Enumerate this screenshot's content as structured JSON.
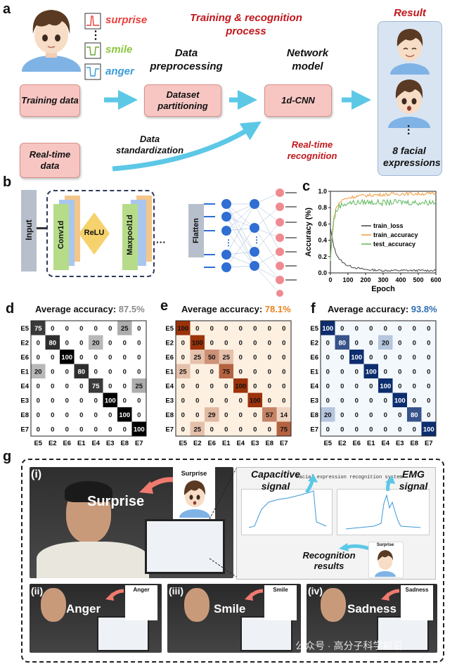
{
  "panels": {
    "a": "a",
    "b": "b",
    "c": "c",
    "d": "d",
    "e": "e",
    "f": "f",
    "g": "g"
  },
  "a": {
    "emotions": [
      "surprise",
      "smile",
      "anger"
    ],
    "ellipsis": "⋮",
    "title": "Training & recognition process",
    "preprocess": "Data preprocessing",
    "network": "Network model",
    "result": "Result",
    "training_data": "Training data",
    "dataset_partition": "Dataset partitioning",
    "cnn": "1d-CNN",
    "realtime_data": "Real-time data",
    "standardization": "Data standardization",
    "realtime_recog": "Real-time recognition",
    "facial": "8 facial expressions",
    "colors": {
      "surprise": "#e8413c",
      "smile": "#8dc63f",
      "anger": "#3a9ad9",
      "title": "#c0171c",
      "arrow": "#5cc8e6"
    }
  },
  "b": {
    "input": "Input",
    "conv": "Conv1d",
    "relu": "ReLU",
    "maxpool": "Maxpool1d",
    "flatten": "Flatten",
    "dots": "···"
  },
  "chart_data": [
    {
      "type": "line",
      "panel": "c",
      "xlabel": "Epoch",
      "ylabel": "Accuracy (%)",
      "xlim": [
        0,
        600
      ],
      "ylim": [
        0,
        1.0
      ],
      "xticks": [
        0,
        100,
        200,
        300,
        400,
        500,
        600
      ],
      "yticks": [
        0.0,
        0.2,
        0.4,
        0.6,
        0.8,
        1.0
      ],
      "ytick_labels": [
        "0.0",
        "0.2",
        "0.4",
        "0.6",
        "0.8",
        "1.0"
      ],
      "legend_position": "center-right",
      "series": [
        {
          "name": "train_loss",
          "color": "#444444",
          "x": [
            0,
            10,
            20,
            30,
            50,
            75,
            100,
            150,
            200,
            300,
            400,
            500,
            600
          ],
          "y": [
            0.55,
            0.42,
            0.32,
            0.25,
            0.17,
            0.12,
            0.09,
            0.06,
            0.04,
            0.03,
            0.03,
            0.03,
            0.03
          ]
        },
        {
          "name": "train_accuracy",
          "color": "#f29a3a",
          "x": [
            0,
            10,
            20,
            30,
            50,
            75,
            100,
            150,
            200,
            300,
            400,
            500,
            600
          ],
          "y": [
            0.18,
            0.5,
            0.68,
            0.78,
            0.86,
            0.9,
            0.92,
            0.94,
            0.95,
            0.96,
            0.97,
            0.97,
            0.97
          ]
        },
        {
          "name": "test_accuracy",
          "color": "#5cb85c",
          "x": [
            0,
            10,
            20,
            30,
            50,
            75,
            100,
            150,
            200,
            300,
            400,
            500,
            600
          ],
          "y": [
            0.15,
            0.48,
            0.65,
            0.74,
            0.82,
            0.84,
            0.86,
            0.86,
            0.87,
            0.86,
            0.87,
            0.86,
            0.87
          ]
        }
      ]
    },
    {
      "type": "heatmap",
      "panel": "d",
      "title_prefix": "Average accuracy: ",
      "title_value": "87.5%",
      "title_color": "#8a8a8a",
      "rows": [
        "E5",
        "E2",
        "E6",
        "E1",
        "E4",
        "E3",
        "E8",
        "E7"
      ],
      "cols": [
        "E5",
        "E2",
        "E6",
        "E1",
        "E4",
        "E3",
        "E8",
        "E7"
      ],
      "values": [
        [
          75,
          0,
          0,
          0,
          0,
          0,
          25,
          0
        ],
        [
          0,
          80,
          0,
          0,
          20,
          0,
          0,
          0
        ],
        [
          0,
          0,
          100,
          0,
          0,
          0,
          0,
          0
        ],
        [
          20,
          0,
          0,
          80,
          0,
          0,
          0,
          0
        ],
        [
          0,
          0,
          0,
          0,
          75,
          0,
          0,
          25
        ],
        [
          0,
          0,
          0,
          0,
          0,
          100,
          0,
          0
        ],
        [
          0,
          0,
          0,
          0,
          0,
          0,
          100,
          0
        ],
        [
          0,
          0,
          0,
          0,
          0,
          0,
          0,
          100
        ]
      ],
      "colormap": "gray"
    },
    {
      "type": "heatmap",
      "panel": "e",
      "title_prefix": "Average accuracy: ",
      "title_value": "78.1%",
      "title_color": "#e8821e",
      "rows": [
        "E5",
        "E2",
        "E6",
        "E1",
        "E4",
        "E3",
        "E8",
        "E7"
      ],
      "cols": [
        "E5",
        "E2",
        "E6",
        "E1",
        "E4",
        "E3",
        "E8",
        "E7"
      ],
      "values": [
        [
          100,
          0,
          0,
          0,
          0,
          0,
          0,
          0
        ],
        [
          0,
          100,
          0,
          0,
          0,
          0,
          0,
          0
        ],
        [
          0,
          25,
          50,
          25,
          0,
          0,
          0,
          0
        ],
        [
          25,
          0,
          0,
          75,
          0,
          0,
          0,
          0
        ],
        [
          0,
          0,
          0,
          0,
          100,
          0,
          0,
          0
        ],
        [
          0,
          0,
          0,
          0,
          0,
          100,
          0,
          0
        ],
        [
          0,
          0,
          29,
          0,
          0,
          0,
          57,
          14
        ],
        [
          0,
          25,
          0,
          0,
          0,
          0,
          0,
          75
        ]
      ],
      "colormap": "orange"
    },
    {
      "type": "heatmap",
      "panel": "f",
      "title_prefix": "Average accuracy: ",
      "title_value": "93.8%",
      "title_color": "#2f6db5",
      "rows": [
        "E5",
        "E2",
        "E6",
        "E1",
        "E4",
        "E3",
        "E8",
        "E7"
      ],
      "cols": [
        "E5",
        "E2",
        "E6",
        "E1",
        "E4",
        "E3",
        "E8",
        "E7"
      ],
      "values": [
        [
          100,
          0,
          0,
          0,
          0,
          0,
          0,
          0
        ],
        [
          0,
          80,
          0,
          0,
          20,
          0,
          0,
          0
        ],
        [
          0,
          0,
          100,
          0,
          0,
          0,
          0,
          0
        ],
        [
          0,
          0,
          0,
          100,
          0,
          0,
          0,
          0
        ],
        [
          0,
          0,
          0,
          0,
          100,
          0,
          0,
          0
        ],
        [
          0,
          0,
          0,
          0,
          0,
          100,
          0,
          0
        ],
        [
          20,
          0,
          0,
          0,
          0,
          0,
          80,
          0
        ],
        [
          0,
          0,
          0,
          0,
          0,
          0,
          0,
          100
        ]
      ],
      "colormap": "blue"
    }
  ],
  "g": {
    "i": "(i)",
    "ii": "(ii)",
    "iii": "(iii)",
    "iv": "(iv)",
    "surprise_big": "Surprise",
    "surprise_small": "Surprise",
    "anger_big": "Anger",
    "anger_small": "Anger",
    "smile_big": "Smile",
    "smile_small": "Smile",
    "sadness_big": "Sadness",
    "sadness_small": "Sadness",
    "window_title": "Facial expression recognition system",
    "cap_signal": "Capacitive signal",
    "emg_signal": "EMG signal",
    "recog_results": "Recognition results",
    "surprise_result": "Surprise",
    "watermark": "公众号 · 高分子科学前沿"
  }
}
